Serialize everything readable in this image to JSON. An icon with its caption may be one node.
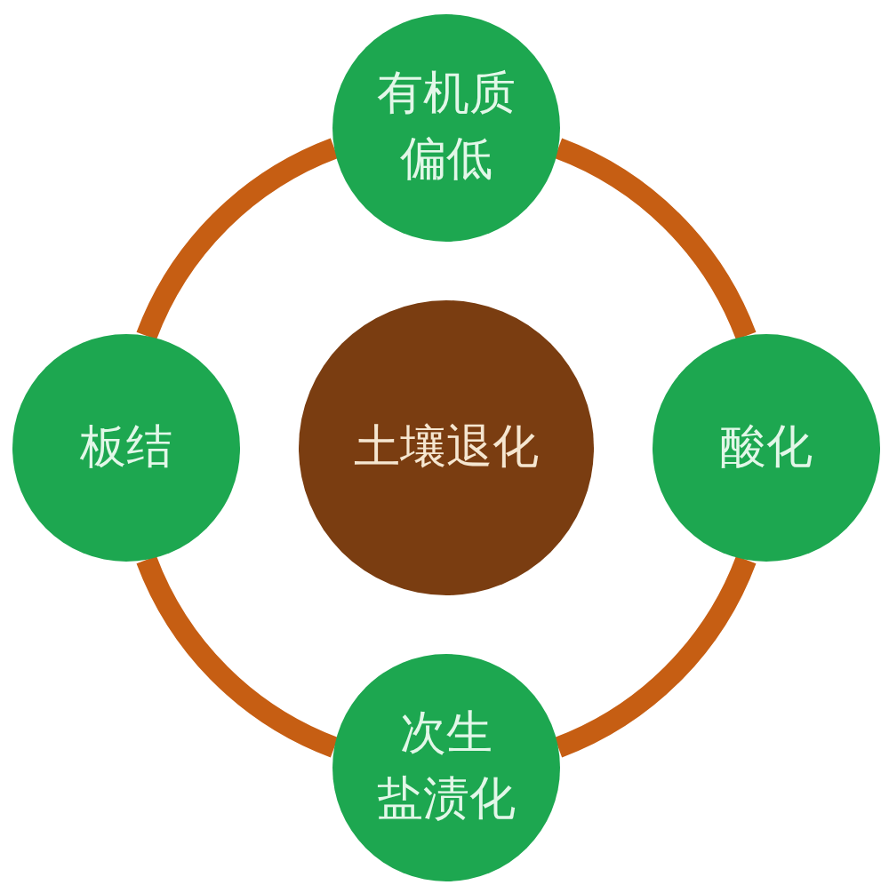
{
  "diagram": {
    "nodes": [
      {
        "text": [
          "有机质偏低"
        ]
      },
      {
        "text": [
          "板结"
        ]
      },
      {
        "text": [
          "土壤退化"
        ]
      },
      {
        "text": [
          "酸化"
        ]
      },
      {
        "text": [
          "次生盐渍化"
        ]
      }
    ],
    "edges": [
      {
        "from": 0,
        "to": 3,
        "arrow": "none"
      },
      {
        "from": 3,
        "to": 4,
        "arrow": "none"
      },
      {
        "from": 4,
        "to": 1,
        "arrow": "none"
      },
      {
        "from": 1,
        "to": 0,
        "arrow": "none"
      }
    ]
  }
}
